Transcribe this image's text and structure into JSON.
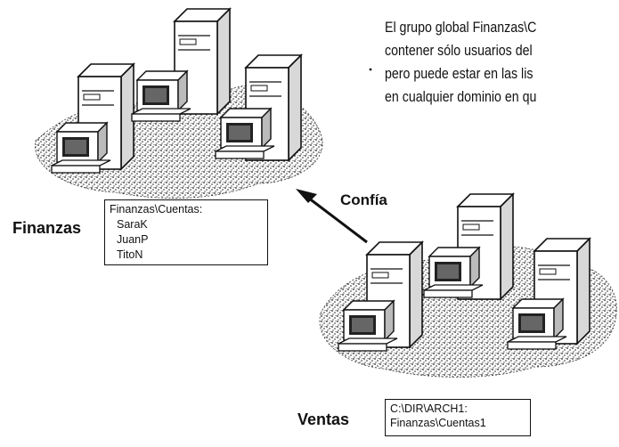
{
  "description_lines": [
    "El grupo global Finanzas\\C",
    "contener sólo usuarios del",
    "pero puede estar en las lis",
    "en cualquier dominio en qu"
  ],
  "domains": {
    "finanzas": {
      "label": "Finanzas",
      "group_title": "Finanzas\\Cuentas:",
      "members": [
        "SaraK",
        "JuanP",
        "TitoN"
      ]
    },
    "ventas": {
      "label": "Ventas",
      "path": "C:\\DIR\\ARCH1:",
      "acl_entry": "Finanzas\\Cuentas1"
    }
  },
  "trust": {
    "label": "Confía",
    "direction": "Ventas → Finanzas"
  },
  "icons": [
    "server-tower-icon",
    "workstation-icon",
    "network-ground-icon",
    "arrow-icon"
  ]
}
